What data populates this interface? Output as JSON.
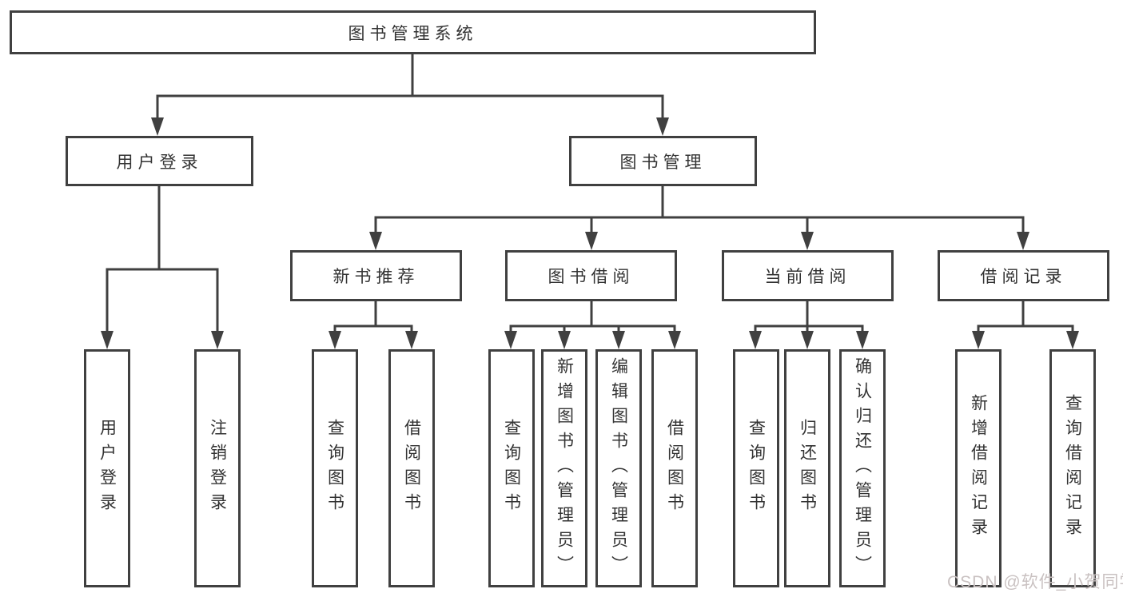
{
  "colors": {
    "line": "#404040",
    "text": "#333333",
    "box_bg": "#ffffff",
    "page_bg": "#ffffff",
    "watermark": "#c9c1c1"
  },
  "watermark": "CSDN @软件_小贺同学",
  "diagram": {
    "root": {
      "label": "图书管理系统"
    },
    "user_login": {
      "label": "用户登录"
    },
    "book_mgmt": {
      "label": "图书管理"
    },
    "user_login_children": {
      "login": {
        "label": "用户登录"
      },
      "logout": {
        "label": "注销登录"
      }
    },
    "book_mgmt_children": {
      "new_book_rec": {
        "label": "新书推荐"
      },
      "book_borrow": {
        "label": "图书借阅"
      },
      "current_borrow": {
        "label": "当前借阅"
      },
      "borrow_record": {
        "label": "借阅记录"
      }
    },
    "new_book_rec_children": {
      "query_book": {
        "label": "查询图书"
      },
      "borrow_book": {
        "label": "借阅图书"
      }
    },
    "book_borrow_children": {
      "query_book": {
        "label": "查询图书"
      },
      "add_book": {
        "label": "新增图书（管理员）"
      },
      "edit_book": {
        "label": "编辑图书（管理员）"
      },
      "borrow_book": {
        "label": "借阅图书"
      }
    },
    "current_borrow_children": {
      "query_book": {
        "label": "查询图书"
      },
      "return_book": {
        "label": "归还图书"
      },
      "confirm_return": {
        "label": "确认归还（管理员）"
      }
    },
    "borrow_record_children": {
      "add_record": {
        "label": "新增借阅记录"
      },
      "query_record": {
        "label": "查询借阅记录"
      }
    }
  }
}
